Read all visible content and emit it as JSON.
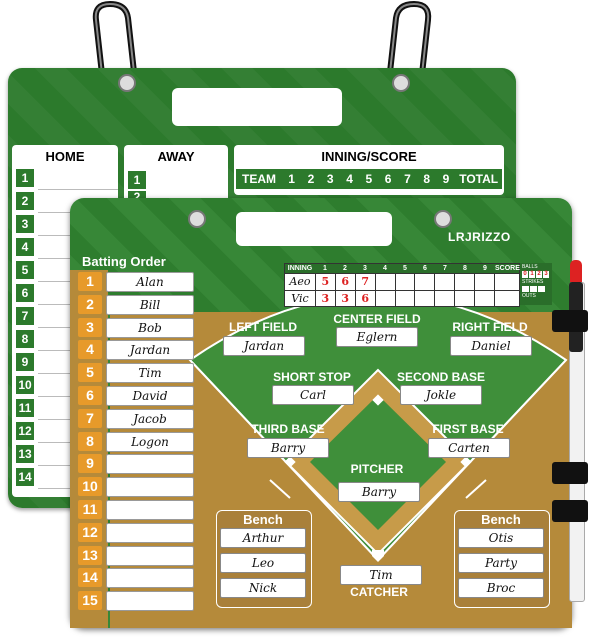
{
  "back_board": {
    "home_label": "HOME",
    "away_label": "AWAY",
    "inning_score_label": "INNING/SCORE",
    "team_label": "TEAM",
    "total_label": "TOTAL",
    "innings": [
      "1",
      "2",
      "3",
      "4",
      "5",
      "6",
      "7",
      "8",
      "9"
    ],
    "row_numbers": [
      "1",
      "2",
      "3",
      "4",
      "5",
      "6",
      "7",
      "8",
      "9",
      "10",
      "11",
      "12",
      "13",
      "14"
    ]
  },
  "front_board": {
    "brand": "LRJRIZZO",
    "batting_order_title": "Batting Order",
    "batting_numbers": [
      "1",
      "2",
      "3",
      "4",
      "5",
      "6",
      "7",
      "8",
      "9",
      "10",
      "11",
      "12",
      "13",
      "14",
      "15"
    ],
    "batting_names": [
      "Alan",
      "Bill",
      "Bob",
      "Jardan",
      "Tim",
      "David",
      "Jacob",
      "Logon",
      "",
      "",
      "",
      "",
      "",
      "",
      ""
    ],
    "scoreboard": {
      "inning_label": "INNING",
      "score_label": "SCORE",
      "innings": [
        "1",
        "2",
        "3",
        "4",
        "5",
        "6",
        "7",
        "8",
        "9"
      ],
      "teams": [
        {
          "name": "Aeo",
          "scores": [
            "5",
            "6",
            "7"
          ]
        },
        {
          "name": "Vic",
          "scores": [
            "3",
            "3",
            "6"
          ]
        }
      ],
      "balls_label": "BALLS",
      "strikes_label": "STRIKES",
      "outs_label": "OUTS",
      "ball_counts": [
        "0",
        "1",
        "2",
        "3"
      ]
    },
    "positions": {
      "left_field": {
        "label": "LEFT FIELD",
        "player": "Jardan"
      },
      "center_field": {
        "label": "CENTER FIELD",
        "player": "Eglern"
      },
      "right_field": {
        "label": "RIGHT FIELD",
        "player": "Daniel"
      },
      "short_stop": {
        "label": "SHORT STOP",
        "player": "Carl"
      },
      "second_base": {
        "label": "SECOND BASE",
        "player": "Jokle"
      },
      "third_base": {
        "label": "THIRD BASE",
        "player": "Barry"
      },
      "first_base": {
        "label": "FIRST BASE",
        "player": "Carten"
      },
      "pitcher": {
        "label": "PITCHER",
        "player": "Barry"
      },
      "catcher": {
        "label": "CATCHER",
        "player": "Tim"
      }
    },
    "bench_left": {
      "label": "Bench",
      "players": [
        "Arthur",
        "Leo",
        "Nick"
      ]
    },
    "bench_right": {
      "label": "Bench",
      "players": [
        "Otis",
        "Party",
        "Broc"
      ]
    }
  },
  "colors": {
    "field_green": "#2e7d2e",
    "dirt": "#b58a3a",
    "badge_orange": "#e79a2a",
    "marker_red": "#d22222"
  }
}
